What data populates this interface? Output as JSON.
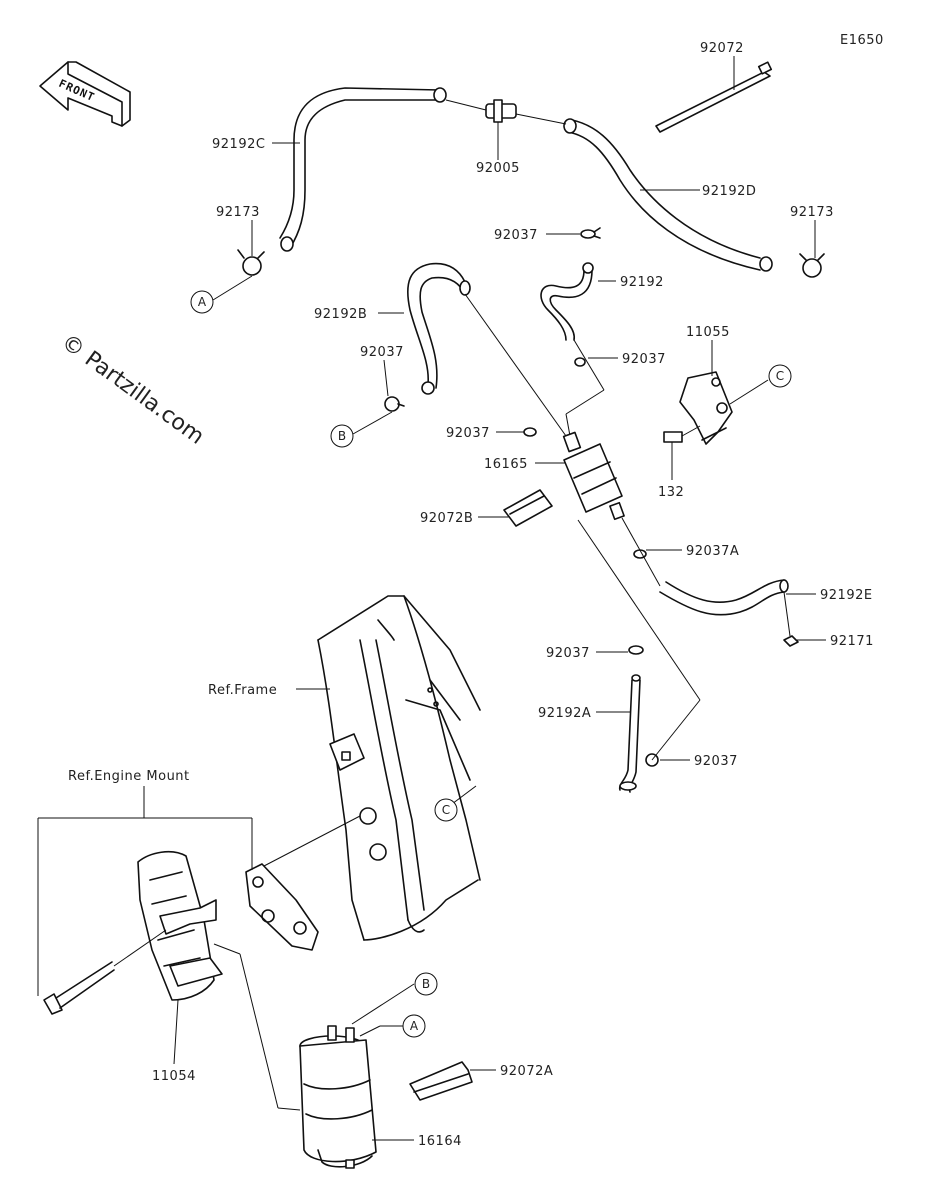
{
  "diagram_id": "E1650",
  "watermark": "© Partzilla.com",
  "front_label": "FRONT",
  "refs": {
    "frame": "Ref.Frame",
    "engine_mount": "Ref.Engine Mount"
  },
  "callouts": [
    "A",
    "B",
    "C"
  ],
  "parts": {
    "p92072": "92072",
    "p92192c": "92192C",
    "p92005": "92005",
    "p92192d": "92192D",
    "p92173_left": "92173",
    "p92173_right": "92173",
    "p92037_top": "92037",
    "p92192": "92192",
    "p92192b": "92192B",
    "p92037_mid": "92037",
    "p92037_left": "92037",
    "p92037_center": "92037",
    "p11055": "11055",
    "p16165": "16165",
    "p132": "132",
    "p92072b": "92072B",
    "p92037a": "92037A",
    "p92192e": "92192E",
    "p92171": "92171",
    "p92037_low": "92037",
    "p92192a": "92192A",
    "p92037_bottom": "92037",
    "p11054": "11054",
    "p92072a": "92072A",
    "p16164": "16164"
  }
}
